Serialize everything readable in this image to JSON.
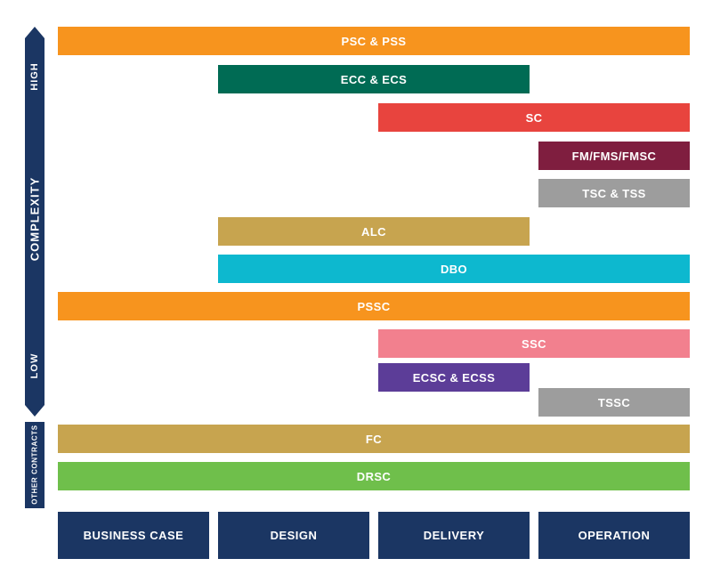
{
  "left_axis": {
    "complexity_label": "COMPLEXITY",
    "high_label": "HIGH",
    "low_label": "LOW",
    "other_contracts_label": "OTHER CONTRACTS",
    "color": "#1B3663"
  },
  "phases": [
    "BUSINESS CASE",
    "DESIGN",
    "DELIVERY",
    "OPERATION"
  ],
  "phase_axis_color": "#1B3663",
  "chart_data": {
    "type": "bar",
    "variant": "horizontal contract-span (gantt-style) chart",
    "categories": [
      "BUSINESS CASE",
      "DESIGN",
      "DELIVERY",
      "OPERATION"
    ],
    "y_axis": {
      "label": "COMPLEXITY",
      "top": "HIGH",
      "bottom": "LOW"
    },
    "legend_position": "none",
    "grid": false,
    "bars": [
      {
        "label": "PSC & PSS",
        "color": "#F7941E",
        "start_phase": "BUSINESS CASE",
        "end_phase": "OPERATION",
        "section": "complexity"
      },
      {
        "label": "ECC & ECS",
        "color": "#006B54",
        "start_phase": "DESIGN",
        "end_phase": "DELIVERY",
        "section": "complexity"
      },
      {
        "label": "SC",
        "color": "#E8443E",
        "start_phase": "DELIVERY",
        "end_phase": "OPERATION",
        "section": "complexity"
      },
      {
        "label": "FM/FMS/FMSC",
        "color": "#7F1E3F",
        "start_phase": "OPERATION",
        "end_phase": "OPERATION",
        "section": "complexity"
      },
      {
        "label": "TSC & TSS",
        "color": "#9D9D9D",
        "start_phase": "OPERATION",
        "end_phase": "OPERATION",
        "section": "complexity"
      },
      {
        "label": "ALC",
        "color": "#C7A44F",
        "start_phase": "DESIGN",
        "end_phase": "DELIVERY",
        "section": "complexity"
      },
      {
        "label": "DBO",
        "color": "#0DB8CF",
        "start_phase": "DESIGN",
        "end_phase": "OPERATION",
        "section": "complexity"
      },
      {
        "label": "PSSC",
        "color": "#F7941E",
        "start_phase": "BUSINESS CASE",
        "end_phase": "OPERATION",
        "section": "complexity"
      },
      {
        "label": "SSC",
        "color": "#F2808E",
        "start_phase": "DELIVERY",
        "end_phase": "OPERATION",
        "section": "complexity"
      },
      {
        "label": "ECSC & ECSS",
        "color": "#5C3D98",
        "start_phase": "DELIVERY",
        "end_phase": "DELIVERY",
        "section": "complexity"
      },
      {
        "label": "TSSC",
        "color": "#9D9D9D",
        "start_phase": "OPERATION",
        "end_phase": "OPERATION",
        "section": "complexity"
      },
      {
        "label": "FC",
        "color": "#C7A44F",
        "start_phase": "BUSINESS CASE",
        "end_phase": "OPERATION",
        "section": "other contracts"
      },
      {
        "label": "DRSC",
        "color": "#6FBF4B",
        "start_phase": "BUSINESS CASE",
        "end_phase": "OPERATION",
        "section": "other contracts"
      }
    ]
  }
}
